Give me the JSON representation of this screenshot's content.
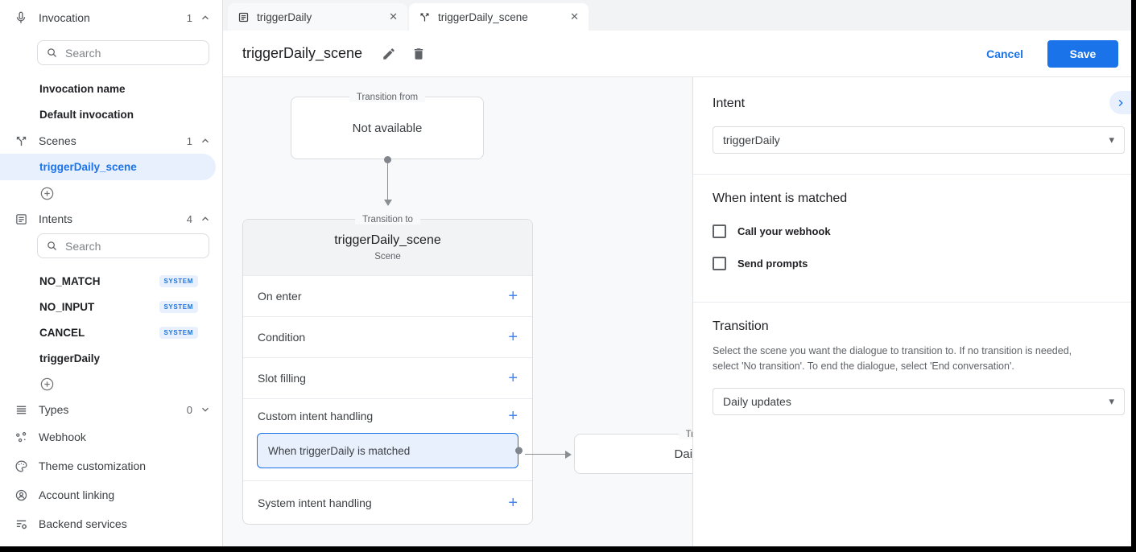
{
  "icons": {
    "plus": "+",
    "close": "✕",
    "caret": "▾"
  },
  "sidebar": {
    "invocation": {
      "label": "Invocation",
      "count": "1"
    },
    "invocation_search_placeholder": "Search",
    "invocation_items": [
      {
        "label": "Invocation name"
      },
      {
        "label": "Default invocation"
      }
    ],
    "scenes": {
      "label": "Scenes",
      "count": "1"
    },
    "scene_items": [
      {
        "label": "triggerDaily_scene"
      }
    ],
    "intents": {
      "label": "Intents",
      "count": "4"
    },
    "intents_search_placeholder": "Search",
    "intent_items": [
      {
        "label": "NO_MATCH",
        "badge": "SYSTEM"
      },
      {
        "label": "NO_INPUT",
        "badge": "SYSTEM"
      },
      {
        "label": "CANCEL",
        "badge": "SYSTEM"
      },
      {
        "label": "triggerDaily",
        "badge": ""
      }
    ],
    "types": {
      "label": "Types",
      "count": "0"
    },
    "links": [
      {
        "label": "Webhook"
      },
      {
        "label": "Theme customization"
      },
      {
        "label": "Account linking"
      },
      {
        "label": "Backend services"
      }
    ]
  },
  "tabs": [
    {
      "label": "triggerDaily"
    },
    {
      "label": "triggerDaily_scene"
    }
  ],
  "topbar": {
    "title": "triggerDaily_scene",
    "cancel_label": "Cancel",
    "save_label": "Save"
  },
  "canvas": {
    "transition_from": {
      "legend": "Transition from",
      "content": "Not available"
    },
    "scene_card": {
      "legend": "Transition to",
      "title": "triggerDaily_scene",
      "subtitle": "Scene",
      "rows": [
        {
          "label": "On enter"
        },
        {
          "label": "Condition"
        },
        {
          "label": "Slot filling"
        },
        {
          "label": "Custom intent handling"
        },
        {
          "label": "System intent handling"
        }
      ],
      "handler": "When triggerDaily is matched"
    },
    "target_card": {
      "legend": "Transition to",
      "content": "Daily updates"
    }
  },
  "panel": {
    "intent_heading": "Intent",
    "intent_value": "triggerDaily",
    "matched_heading": "When intent is matched",
    "checkboxes": [
      {
        "label": "Call your webhook"
      },
      {
        "label": "Send prompts"
      }
    ],
    "transition_heading": "Transition",
    "transition_description": "Select the scene you want the dialogue to transition to. If no transition is needed, select 'No transition'. To end the dialogue, select 'End conversation'.",
    "transition_value": "Daily updates"
  },
  "colors": {
    "accent": "#1a73e8",
    "highlight": "#e8f0fe",
    "plus_blue": "#4285f4"
  }
}
